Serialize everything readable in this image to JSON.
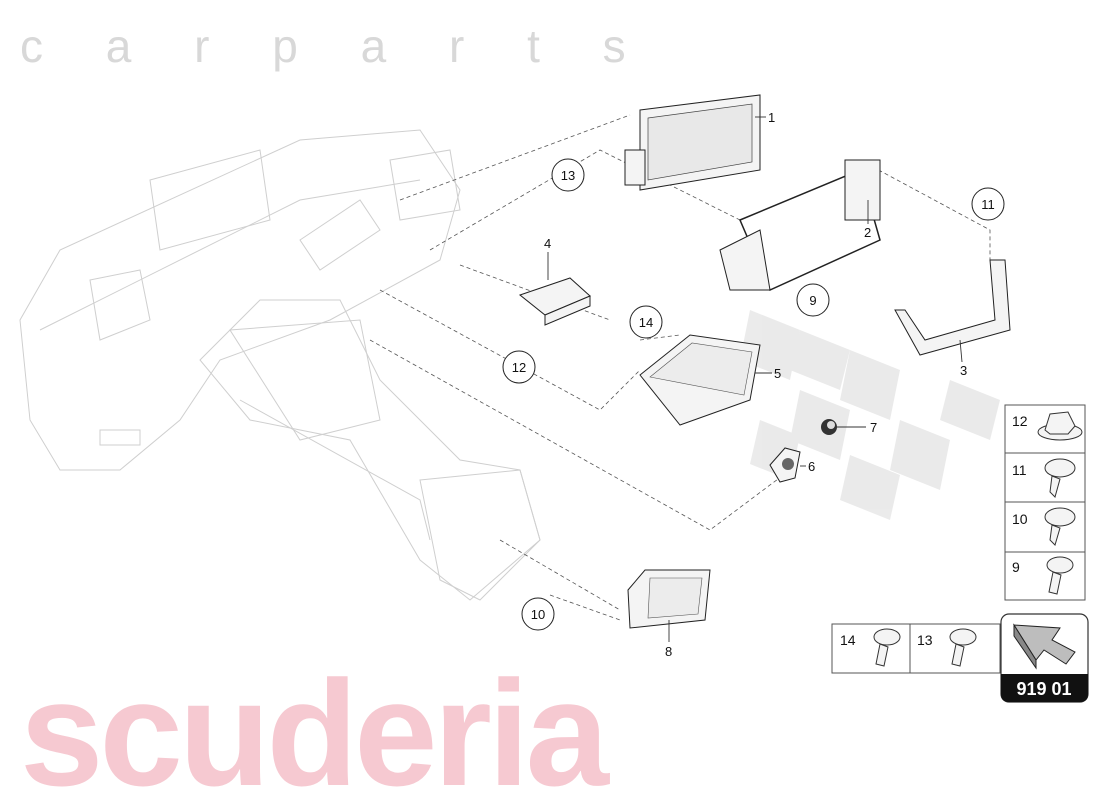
{
  "watermark": {
    "brand": "scuderia",
    "sub": "c a r p a r t s",
    "brand_color": "#f3b9c3"
  },
  "callouts": [
    {
      "num": "1",
      "kind": "plain"
    },
    {
      "num": "2",
      "kind": "plain"
    },
    {
      "num": "3",
      "kind": "plain"
    },
    {
      "num": "4",
      "kind": "plain"
    },
    {
      "num": "5",
      "kind": "plain"
    },
    {
      "num": "6",
      "kind": "plain"
    },
    {
      "num": "7",
      "kind": "plain"
    },
    {
      "num": "8",
      "kind": "plain"
    },
    {
      "num": "13",
      "kind": "circled"
    },
    {
      "num": "11",
      "kind": "circled"
    },
    {
      "num": "9",
      "kind": "circled"
    },
    {
      "num": "14",
      "kind": "circled"
    },
    {
      "num": "12",
      "kind": "circled"
    },
    {
      "num": "10",
      "kind": "circled"
    }
  ],
  "fastener_column": [
    {
      "num": "12",
      "icon": "nut-icon"
    },
    {
      "num": "11",
      "icon": "screw-icon"
    },
    {
      "num": "10",
      "icon": "screw-icon"
    },
    {
      "num": "9",
      "icon": "bolt-icon"
    }
  ],
  "fastener_row": [
    {
      "num": "14",
      "icon": "bolt-icon"
    },
    {
      "num": "13",
      "icon": "bolt-icon"
    }
  ],
  "badge": {
    "code": "919 01",
    "icon": "arrow-icon"
  }
}
